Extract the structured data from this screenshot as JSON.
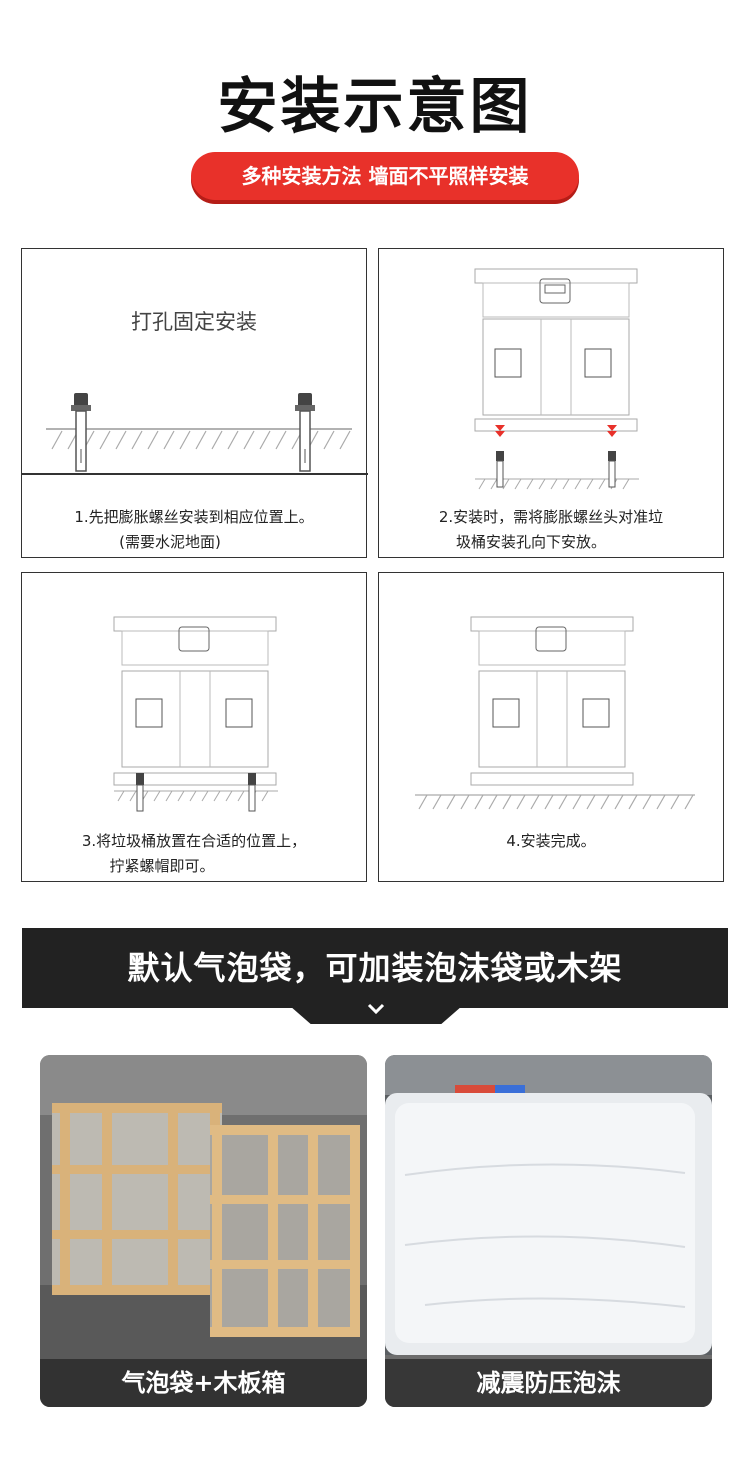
{
  "header": {
    "title": "安装示意图",
    "subtitle": "多种安装方法 墙面不平照样安装"
  },
  "colors": {
    "accent_red": "#e8312a",
    "banner_dark": "#222222",
    "line_gray": "#999999"
  },
  "steps": [
    {
      "label": "打孔固定安装",
      "line1": "1.先把膨胀螺丝安装到相应位置上。",
      "line2": "(需要水泥地面)"
    },
    {
      "line1": "2.安装时，需将膨胀螺丝头对准垃",
      "line2": "圾桶安装孔向下安放。"
    },
    {
      "line1": "3.将垃圾桶放置在合适的位置上，",
      "line2": "拧紧螺帽即可。"
    },
    {
      "line1": "4.安装完成。"
    }
  ],
  "packaging": {
    "banner_text": "默认气泡袋，可加装泡沫袋或木架",
    "photos": [
      {
        "caption": "气泡袋+木板箱",
        "icon": "wooden-crate-photo"
      },
      {
        "caption": "减震防压泡沫",
        "icon": "foam-wrap-photo"
      }
    ]
  }
}
